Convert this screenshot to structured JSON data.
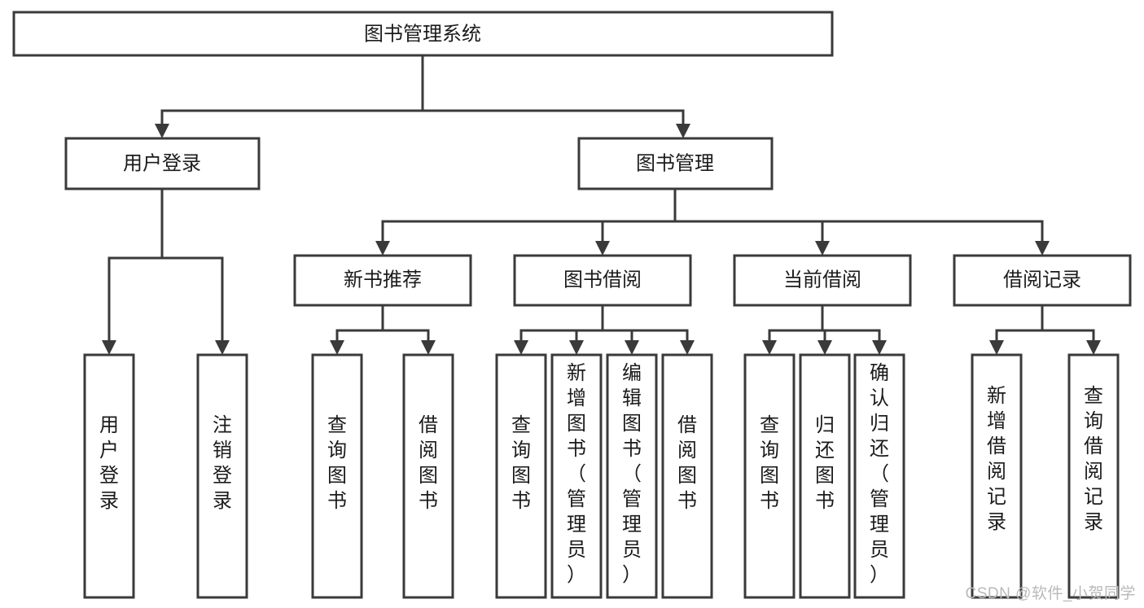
{
  "diagram": {
    "type": "tree-hierarchy",
    "title": "图书管理系统",
    "watermark": "CSDN @软件_小贺同学",
    "colors": {
      "box_stroke": "#3a3a3a",
      "box_fill": "#ffffff",
      "connector": "#3a3a3a",
      "text": "#1b1b1b",
      "watermark": "#b9b9b9",
      "background": "#ffffff"
    },
    "levels": {
      "root": "图书管理系统",
      "level2": [
        "用户登录",
        "图书管理"
      ],
      "level3": [
        "新书推荐",
        "图书借阅",
        "当前借阅",
        "借阅记录"
      ]
    },
    "nodes": {
      "root": {
        "label": "图书管理系统",
        "orientation": "horizontal"
      },
      "user_login": {
        "label": "用户登录",
        "orientation": "horizontal"
      },
      "book_manage": {
        "label": "图书管理",
        "orientation": "horizontal"
      },
      "new_book_rec": {
        "label": "新书推荐",
        "orientation": "horizontal"
      },
      "book_borrow": {
        "label": "图书借阅",
        "orientation": "horizontal"
      },
      "current_borrow": {
        "label": "当前借阅",
        "orientation": "horizontal"
      },
      "borrow_record": {
        "label": "借阅记录",
        "orientation": "horizontal"
      },
      "leaf_user_login": {
        "label": "用户登录",
        "orientation": "vertical"
      },
      "leaf_logout_login": {
        "label": "注销登录",
        "orientation": "vertical"
      },
      "leaf_query_book_1": {
        "label": "查询图书",
        "orientation": "vertical"
      },
      "leaf_borrow_book_1": {
        "label": "借阅图书",
        "orientation": "vertical"
      },
      "leaf_query_book_2": {
        "label": "查询图书",
        "orientation": "vertical"
      },
      "leaf_add_book": {
        "label": "新增图书（管理员）",
        "orientation": "vertical"
      },
      "leaf_edit_book": {
        "label": "编辑图书（管理员）",
        "orientation": "vertical"
      },
      "leaf_borrow_book_2": {
        "label": "借阅图书",
        "orientation": "vertical"
      },
      "leaf_query_book_3": {
        "label": "查询图书",
        "orientation": "vertical"
      },
      "leaf_return_book": {
        "label": "归还图书",
        "orientation": "vertical"
      },
      "leaf_confirm_return": {
        "label": "确认归还（管理员）",
        "orientation": "vertical"
      },
      "leaf_add_record": {
        "label": "新增借阅记录",
        "orientation": "vertical"
      },
      "leaf_query_record": {
        "label": "查询借阅记录",
        "orientation": "vertical"
      }
    },
    "edges": [
      {
        "from": "图书管理系统",
        "to": "用户登录"
      },
      {
        "from": "图书管理系统",
        "to": "图书管理"
      },
      {
        "from": "用户登录",
        "to": "用户登录"
      },
      {
        "from": "用户登录",
        "to": "注销登录"
      },
      {
        "from": "图书管理",
        "to": "新书推荐"
      },
      {
        "from": "图书管理",
        "to": "图书借阅"
      },
      {
        "from": "图书管理",
        "to": "当前借阅"
      },
      {
        "from": "图书管理",
        "to": "借阅记录"
      },
      {
        "from": "新书推荐",
        "to": "查询图书"
      },
      {
        "from": "新书推荐",
        "to": "借阅图书"
      },
      {
        "from": "图书借阅",
        "to": "查询图书"
      },
      {
        "from": "图书借阅",
        "to": "新增图书（管理员）"
      },
      {
        "from": "图书借阅",
        "to": "编辑图书（管理员）"
      },
      {
        "from": "图书借阅",
        "to": "借阅图书"
      },
      {
        "from": "当前借阅",
        "to": "查询图书"
      },
      {
        "from": "当前借阅",
        "to": "归还图书"
      },
      {
        "from": "当前借阅",
        "to": "确认归还（管理员）"
      },
      {
        "from": "借阅记录",
        "to": "新增借阅记录"
      },
      {
        "from": "借阅记录",
        "to": "查询借阅记录"
      }
    ]
  }
}
